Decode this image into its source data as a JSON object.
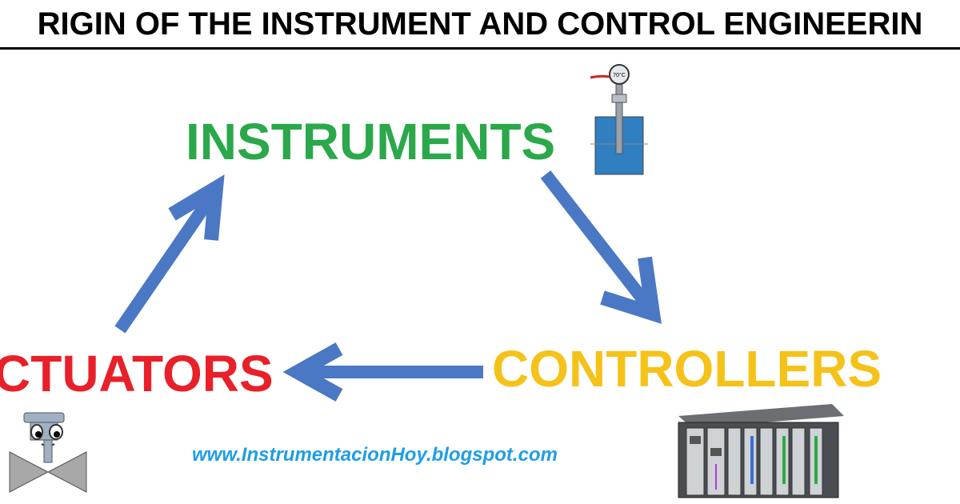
{
  "title": "RIGIN OF THE INSTRUMENT AND CONTROL ENGINEERIN",
  "nodes": {
    "instruments": "INSTRUMENTS",
    "controllers": "CONTROLLERS",
    "actuators": "CTUATORS"
  },
  "thermometer_reading": "70°C",
  "website": "www.InstrumentacionHoy.blogspot.com",
  "colors": {
    "instruments": "#2aa84a",
    "controllers": "#f5c21a",
    "actuators": "#e8202a",
    "arrows": "#4a78c4",
    "website": "#1e9ee6"
  },
  "icons": [
    "thermometer-icon",
    "plc-rack-icon",
    "valve-actuator-icon"
  ]
}
